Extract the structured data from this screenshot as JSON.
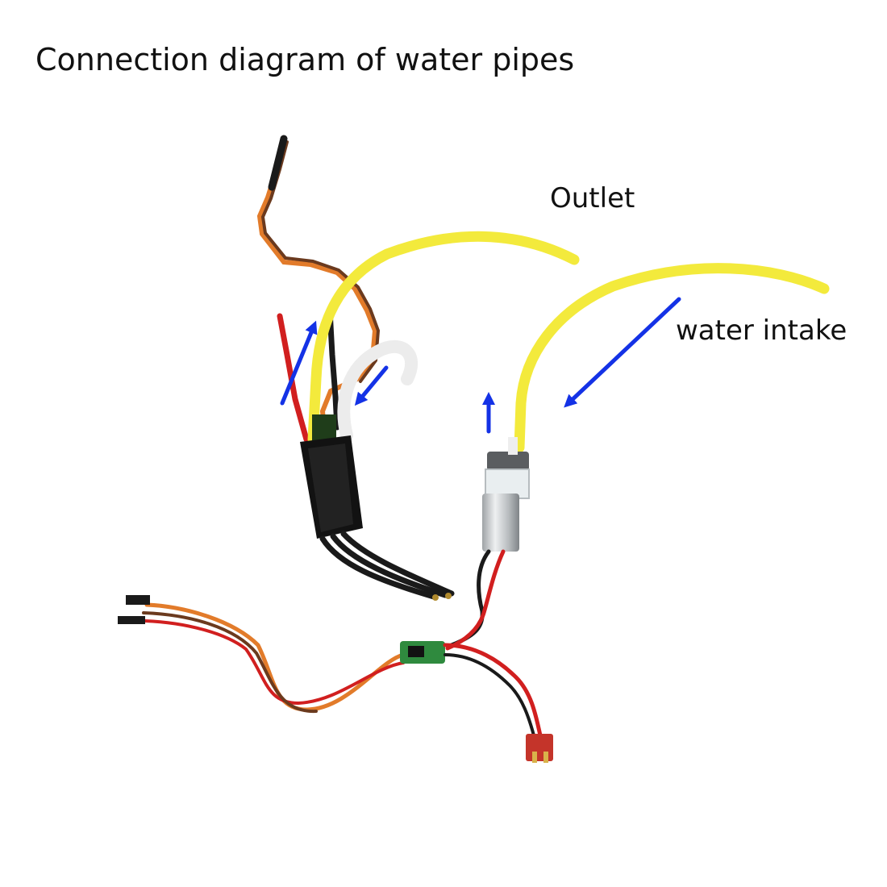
{
  "title": "Connection diagram of water pipes",
  "labels": {
    "outlet": "Outlet",
    "intake": "water intake"
  },
  "colors": {
    "background": "#ffffff",
    "arrow": "#1432e6",
    "tube": "#f3ea3c",
    "esc_body": "#121212",
    "wire_red": "#d11f1f",
    "wire_orange": "#e27b2a",
    "wire_brown": "#6b3a1e",
    "wire_black": "#1a1a1a",
    "pump_metal": "#c9ccce",
    "pcb_green": "#2f8a3e",
    "connector_red": "#c4342a"
  }
}
